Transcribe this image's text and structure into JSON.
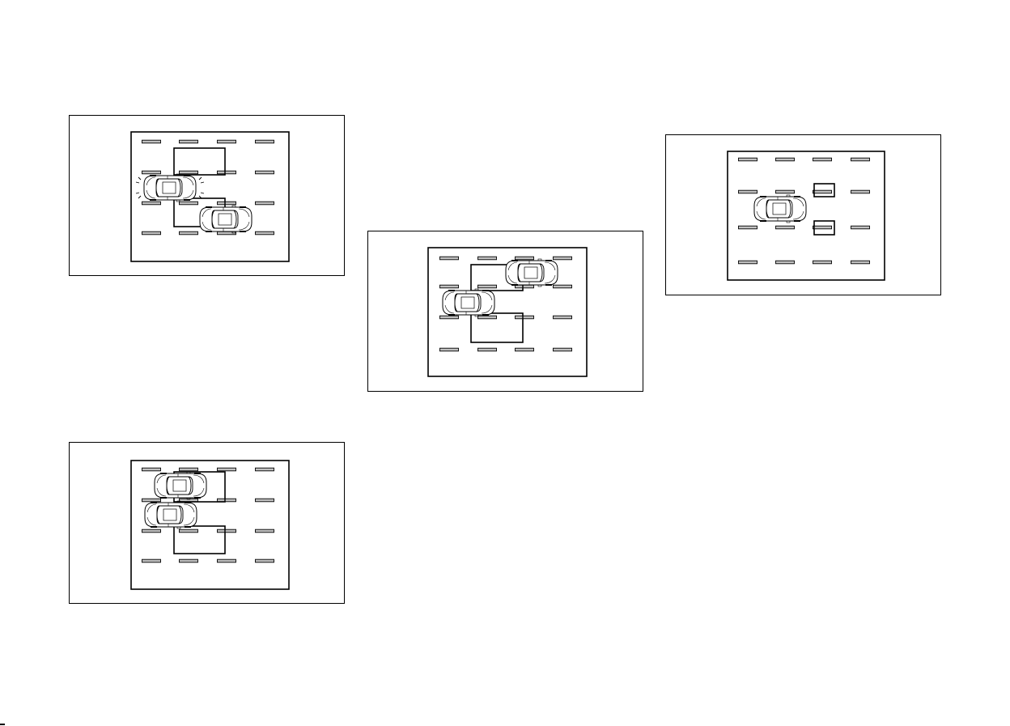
{
  "page": {
    "background": "#ffffff",
    "line_color": "#000000"
  },
  "figures": [
    {
      "name": "figure-1-sensor-detection",
      "cars": 2,
      "detection_zones": 2,
      "sensor_waves": true
    },
    {
      "name": "figure-2-car-in-zone",
      "cars": 2,
      "detection_zones": 2,
      "sensor_waves": false
    },
    {
      "name": "figure-3-car-passing-zone",
      "cars": 2,
      "detection_zones": 2,
      "sensor_waves": false
    },
    {
      "name": "figure-4-stationary-objects",
      "cars": 1,
      "detection_zones": 2,
      "sensor_waves": false
    }
  ]
}
